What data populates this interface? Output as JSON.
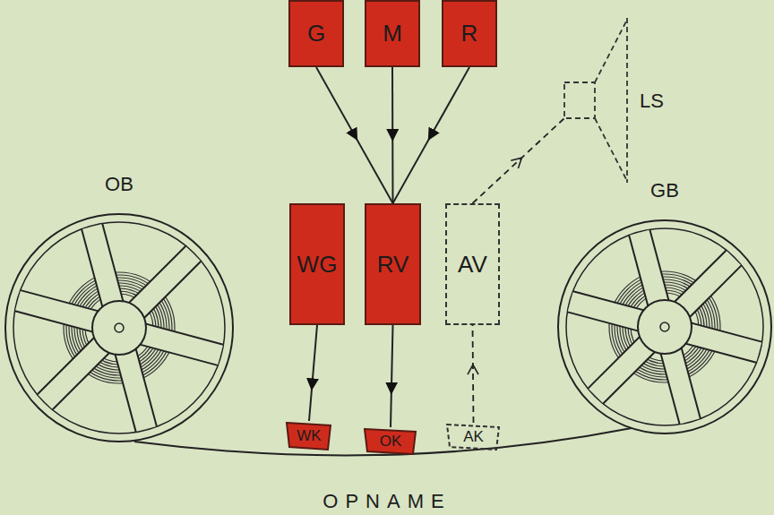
{
  "diagram": {
    "caption": "OPNAME",
    "nodes": [
      {
        "text": [
          "G"
        ]
      },
      {
        "text": [
          "M"
        ]
      },
      {
        "text": [
          "R"
        ]
      },
      {
        "text": [
          "LS"
        ]
      },
      {
        "text": [
          "OB"
        ]
      },
      {
        "text": [
          "WG"
        ]
      },
      {
        "text": [
          "RV"
        ]
      },
      {
        "text": [
          "AV"
        ]
      },
      {
        "text": [
          "GB"
        ]
      },
      {
        "text": [
          "WK"
        ]
      },
      {
        "text": [
          "OK"
        ]
      },
      {
        "text": [
          "AK"
        ]
      }
    ],
    "edges": [
      {
        "from": 0,
        "to": 6,
        "arrow": "to"
      },
      {
        "from": 1,
        "to": 6,
        "arrow": "to"
      },
      {
        "from": 2,
        "to": 6,
        "arrow": "to"
      },
      {
        "from": 5,
        "to": 9,
        "arrow": "to"
      },
      {
        "from": 6,
        "to": 10,
        "arrow": "to"
      },
      {
        "from": 11,
        "to": 7,
        "arrow": "to"
      },
      {
        "from": 7,
        "to": 3,
        "arrow": "to"
      }
    ]
  }
}
